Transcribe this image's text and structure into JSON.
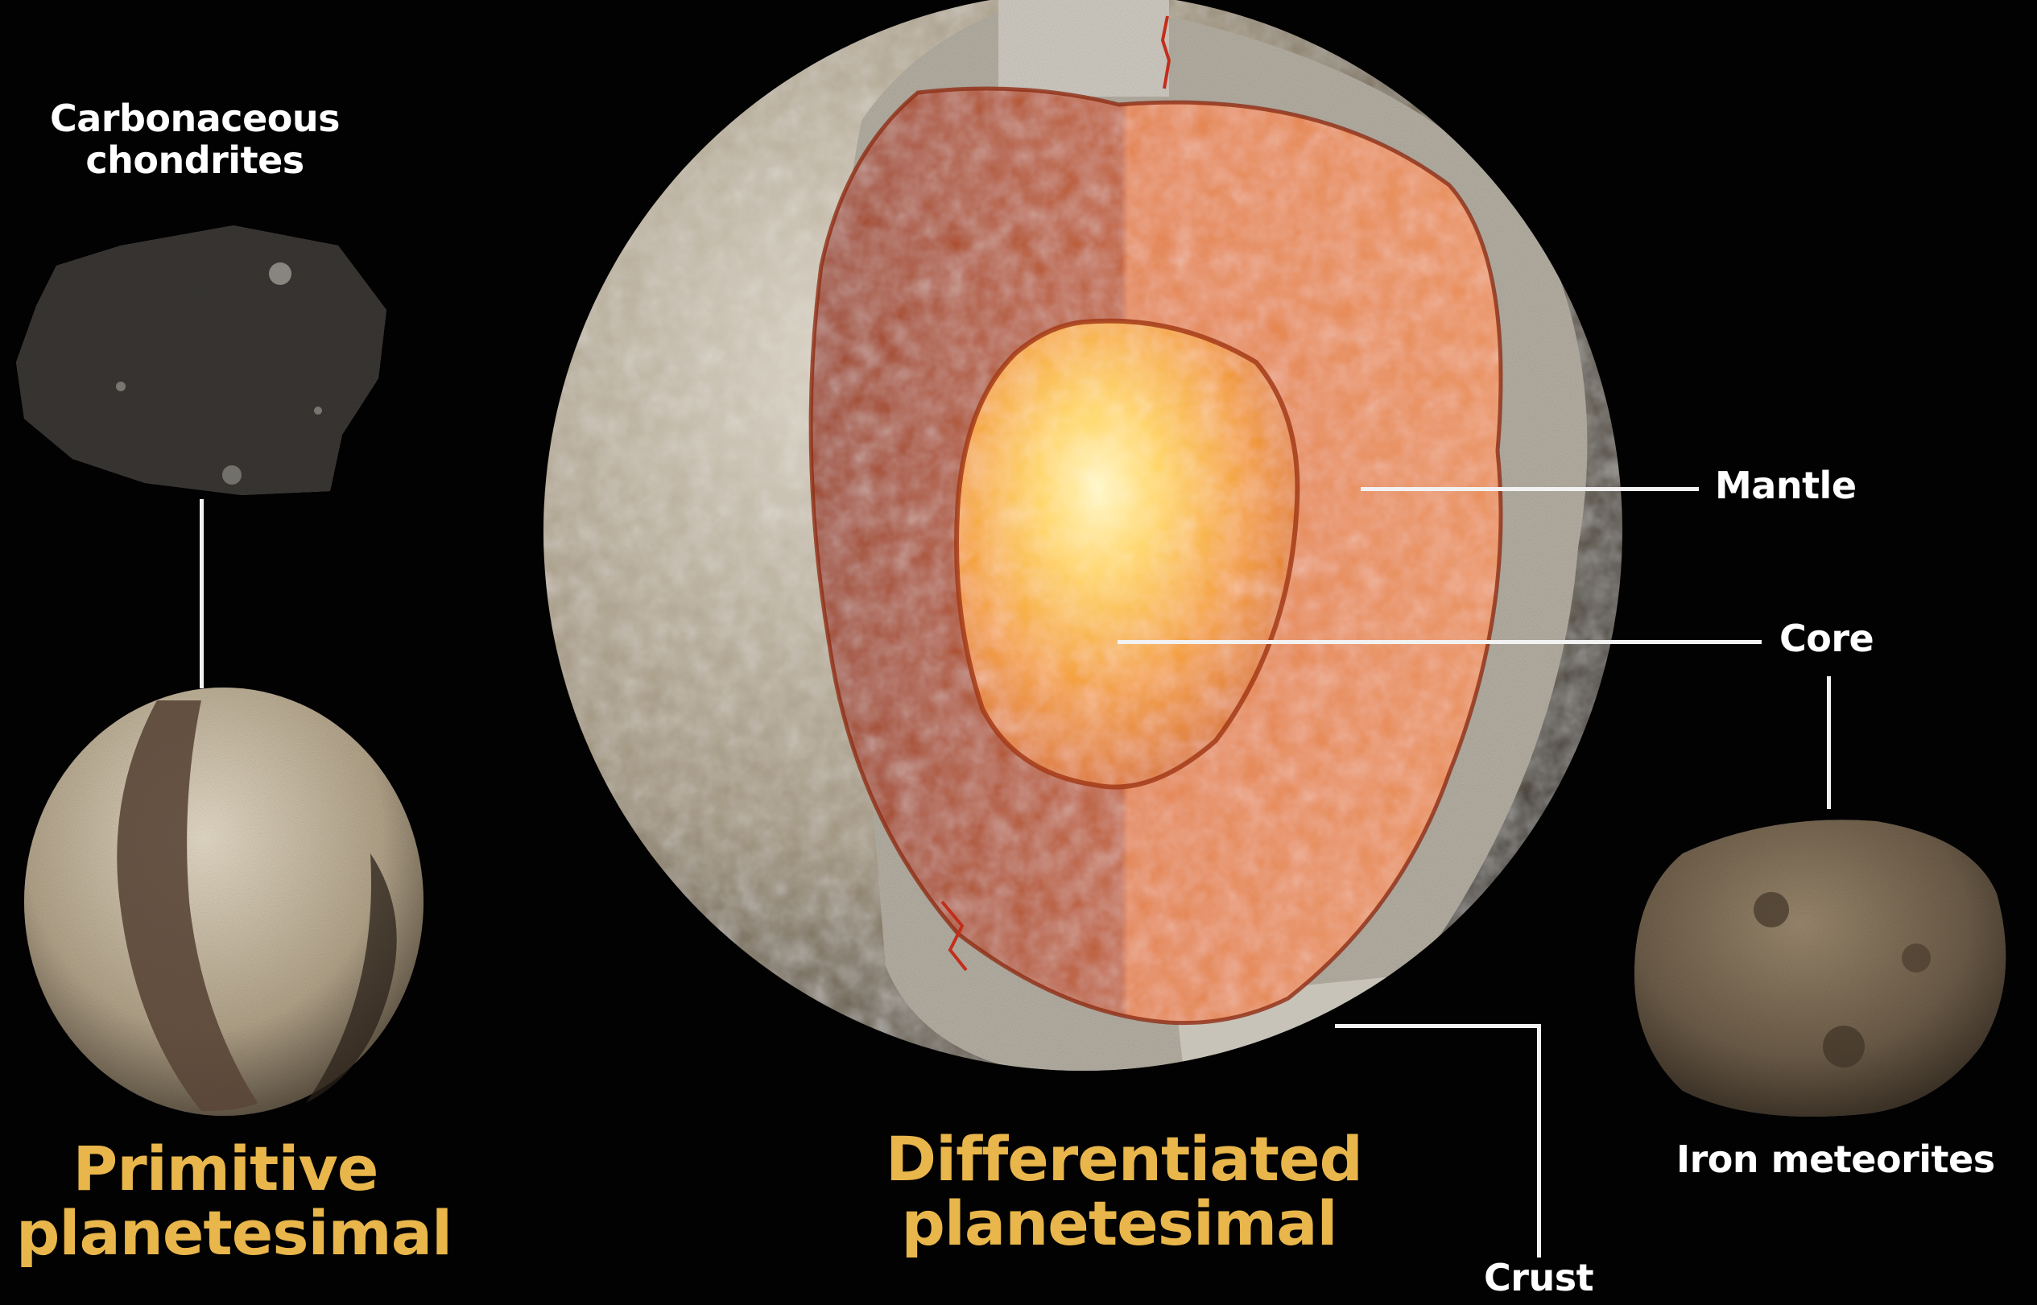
{
  "colors": {
    "background": "#030202",
    "label_white": "#ffffff",
    "label_gold": "#e8b64a",
    "leader_line": "#f2f2f2",
    "core_hot": "#fff1a6",
    "core_orange": "#ef9b2a",
    "mantle": "#e8874a",
    "crust": "#b9b2a4",
    "rock_surface": "#8e8068"
  },
  "labels": {
    "carbonaceous_line1": "Carbonaceous",
    "carbonaceous_line2": "chondrites",
    "primitive_line1": "Primitive",
    "primitive_line2": "planetesimal",
    "differentiated_line1": "Differentiated",
    "differentiated_line2": "planetesimal",
    "mantle": "Mantle",
    "core": "Core",
    "crust": "Crust",
    "iron_meteorites": "Iron meteorites"
  },
  "illustrations": {
    "chondrite_rock": "carbonaceous-chondrite-rock",
    "primitive_body": "primitive-planetesimal-cutaway",
    "differentiated_body": "differentiated-planetesimal-cutaway",
    "iron_rock": "iron-meteorite-rock"
  }
}
